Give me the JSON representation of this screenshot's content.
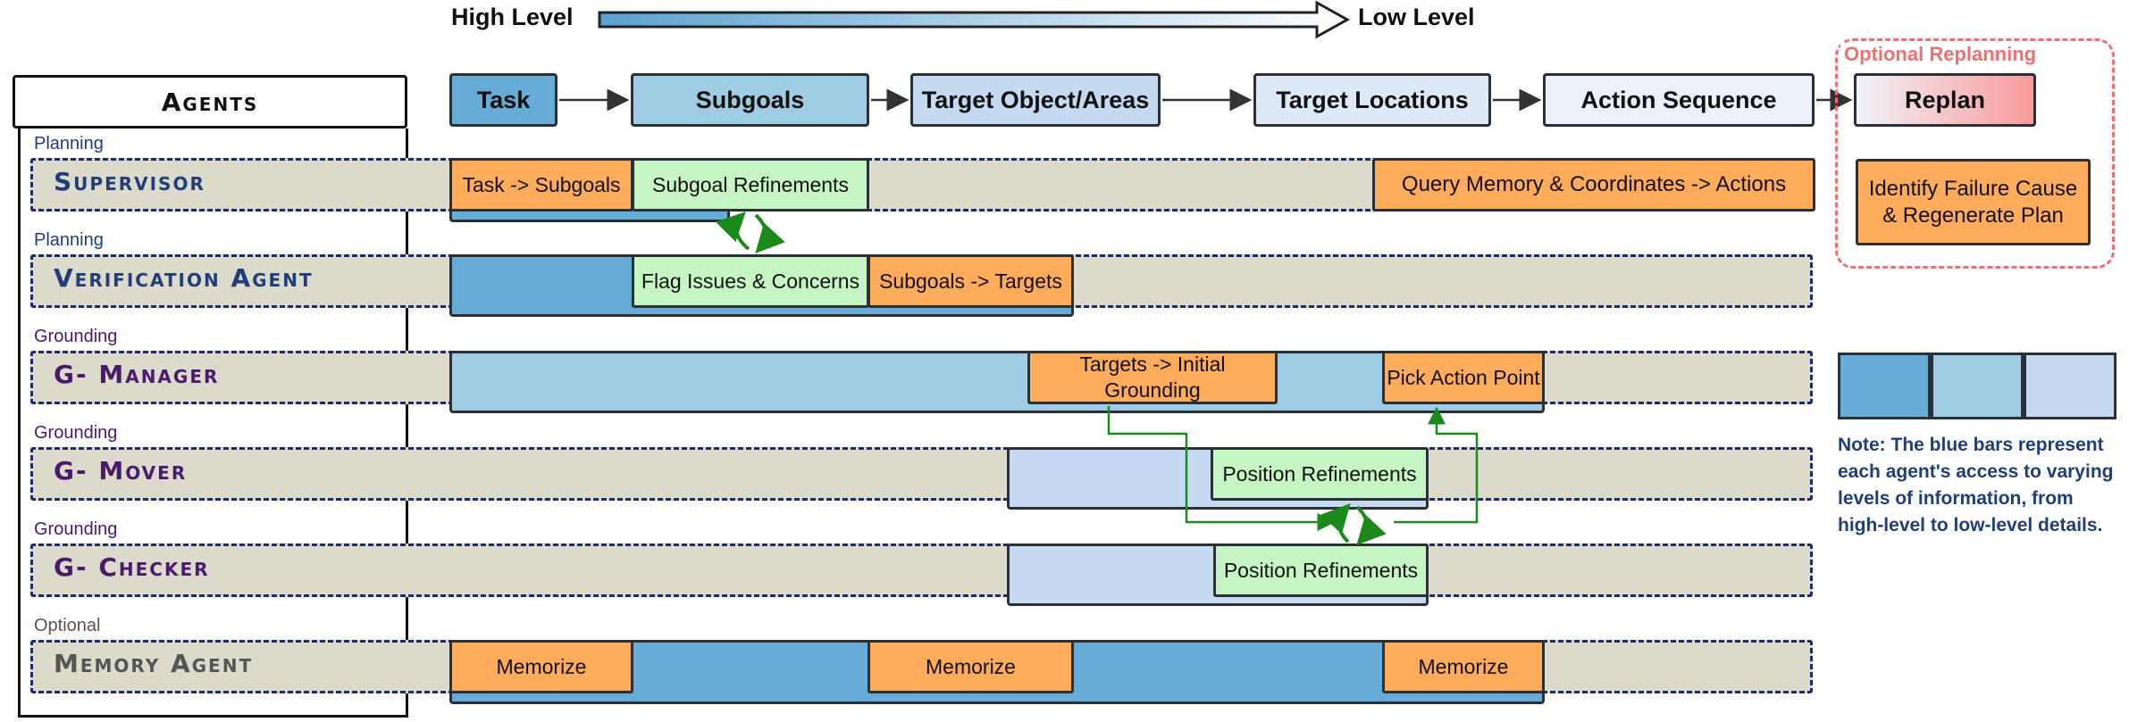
{
  "header": {
    "high_label": "High Level",
    "low_label": "Low Level"
  },
  "stages": {
    "task": "Task",
    "subgoals": "Subgoals",
    "targets": "Target Object/Areas",
    "locations": "Target Locations",
    "actions": "Action Sequence",
    "replan": "Replan"
  },
  "replanning": {
    "title": "Optional Replanning",
    "box": "Identify Failure Cause & Regenerate Plan"
  },
  "agents_panel": {
    "title": "Agents"
  },
  "agents": [
    {
      "category": "Planning",
      "name": "Supervisor"
    },
    {
      "category": "Planning",
      "name": "Verification Agent"
    },
    {
      "category": "Grounding",
      "name": "G- Manager"
    },
    {
      "category": "Grounding",
      "name": "G- Mover"
    },
    {
      "category": "Grounding",
      "name": "G- Checker"
    },
    {
      "category": "Optional",
      "name": "Memory Agent"
    }
  ],
  "tasks": {
    "task_to_subgoals": "Task -> Subgoals",
    "subgoal_refinements": "Subgoal Refinements",
    "query_memory": "Query Memory & Coordinates -> Actions",
    "flag_issues": "Flag Issues & Concerns",
    "subgoals_to_targets": "Subgoals -> Targets",
    "targets_to_grounding": "Targets -> Initial Grounding",
    "pick_action_point": "Pick Action Point",
    "mover_refinements": "Position Refinements",
    "checker_refinements": "Position Refinements",
    "memorize_1": "Memorize",
    "memorize_2": "Memorize",
    "memorize_3": "Memorize"
  },
  "legend": {
    "swatch_colors": [
      "#67acd6",
      "#9fcbe3",
      "#c5daf0"
    ],
    "note": "Note: The blue bars represent each agent's access to varying levels of information, from high-level to low-level details."
  },
  "colors": {
    "dark_blue": "#67acd6",
    "mid_blue": "#9fcbe3",
    "light_blue": "#c5daf0",
    "task_orange": "#ffab5c",
    "refine_green": "#c6f5c4",
    "planning_text": "#1f3e7a",
    "grounding_text": "#4a1a6e",
    "optional_text": "#555555",
    "replan_red": "#f28a8a"
  }
}
